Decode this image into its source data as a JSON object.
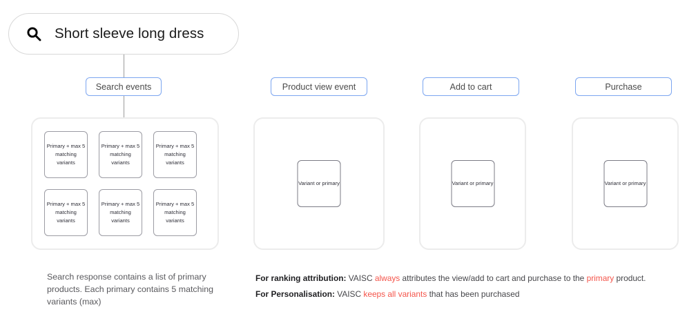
{
  "search": {
    "icon": "search-icon",
    "query": "Short sleeve long dress"
  },
  "labels": {
    "search_events": "Search events",
    "product_view": "Product view event",
    "add_to_cart": "Add to cart",
    "purchase": "Purchase"
  },
  "cards": {
    "primary_text": "Primary + max 5 matching variants",
    "variant_text": "Variant or primary"
  },
  "grid": {
    "columns": 3,
    "rows": 2,
    "count": 6
  },
  "captions": {
    "left": "Search response contains a list of primary products. Each primary contains 5 matching variants (max)"
  },
  "notes": [
    {
      "label": "For ranking attribution:",
      "parts": [
        {
          "text": " VAISC ",
          "highlight": false
        },
        {
          "text": "always",
          "highlight": true
        },
        {
          "text": " attributes the view/add to cart and purchase to the ",
          "highlight": false
        },
        {
          "text": "primary",
          "highlight": true
        },
        {
          "text": " product.",
          "highlight": false
        }
      ]
    },
    {
      "label": "For Personalisation:",
      "parts": [
        {
          "text": " VAISC ",
          "highlight": false
        },
        {
          "text": "keeps all variants",
          "highlight": true
        },
        {
          "text": " that has been purchased",
          "highlight": false
        }
      ]
    }
  ],
  "colors": {
    "label_border_blue": "#7ba5f0",
    "panel_border_gray": "#ececec",
    "card_border_gray": "#9b9ba3",
    "highlight_red": "#f4544a",
    "connector_gray": "#9a9a9a"
  }
}
